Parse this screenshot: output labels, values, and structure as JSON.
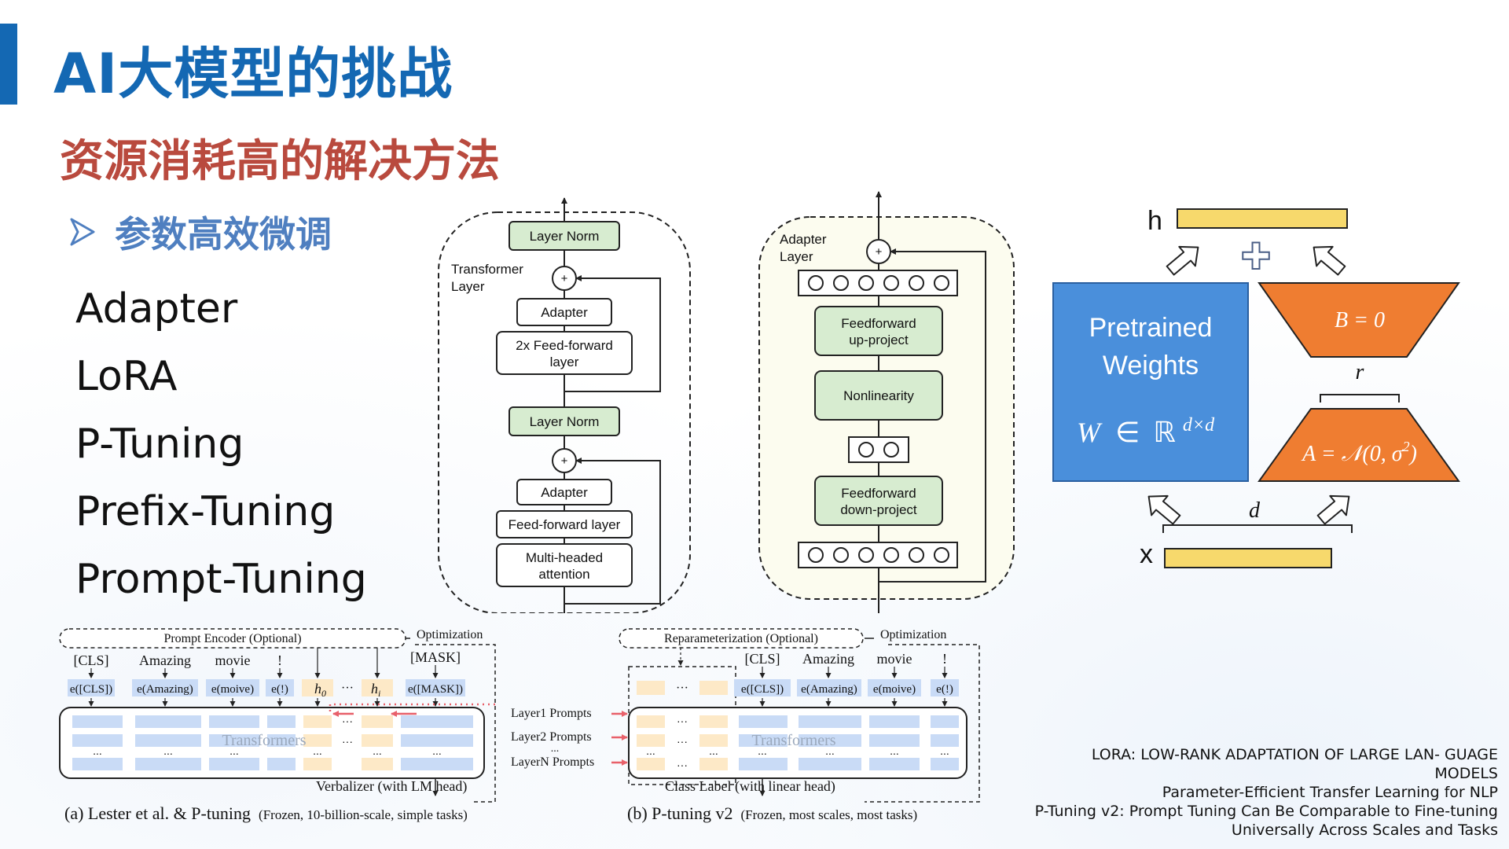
{
  "slide": {
    "title": "AI大模型的挑战",
    "subtitle": "资源消耗高的解决方法",
    "bullet": "参数高效微调",
    "methods": [
      "Adapter",
      "LoRA",
      "P-Tuning",
      "Prefix-Tuning",
      "Prompt-Tuning"
    ]
  },
  "adapter_diagram": {
    "transformer_layer_label": [
      "Transformer",
      "Layer"
    ],
    "boxes": {
      "layer_norm_top": "Layer Norm",
      "adapter_top": "Adapter",
      "ffn_2x": [
        "2x Feed-forward",
        "layer"
      ],
      "layer_norm_mid": "Layer Norm",
      "adapter_bottom": "Adapter",
      "ffn": "Feed-forward layer",
      "mha": [
        "Multi-headed",
        "attention"
      ]
    },
    "plus": "+",
    "adapter_layer_label": [
      "Adapter",
      "Layer"
    ],
    "detail": {
      "ff_up": [
        "Feedforward",
        "up-project"
      ],
      "nonlinearity": "Nonlinearity",
      "ff_down": [
        "Feedforward",
        "down-project"
      ]
    }
  },
  "lora_diagram": {
    "h_label": "h",
    "x_label": "x",
    "pretrained": [
      "Pretrained",
      "Weights"
    ],
    "w_formula_W": "W",
    "w_formula_in": "∈",
    "w_formula_R": "ℝ",
    "w_formula_sup": "d×d",
    "b_formula": "B = 0",
    "a_formula": "A = 𝒩(0, σ",
    "a_sup": "2",
    "a_close": ")",
    "r_label": "r",
    "d_label": "d",
    "plus": "✚",
    "colors": {
      "pretrained": "#4a8fdb",
      "lora": "#ef7d31",
      "bar": "#f7d96c"
    }
  },
  "ptuning_a": {
    "encoder": "Prompt Encoder (Optional)",
    "optimization": "Optimization",
    "tokens": [
      "[CLS]",
      "Amazing",
      "movie",
      "!",
      "[MASK]"
    ],
    "embeds": [
      "e([CLS])",
      "e(Amazing)",
      "e(moive)",
      "e(!)",
      "e([MASK])"
    ],
    "h0": "h",
    "h0_sub": "0",
    "hi": "h",
    "hi_sub": "i",
    "ellipsis": "···",
    "dots": "...",
    "transformers": "Transformers",
    "verbalizer": "Verbalizer (with LM head)",
    "caption_main": "(a) Lester et al. & P-tuning",
    "caption_note": "(Frozen, 10-billion-scale, simple tasks)"
  },
  "ptuning_mid": {
    "layers": [
      "Layer1 Prompts",
      "Layer2 Prompts",
      "LayerN Prompts"
    ],
    "dots": "..."
  },
  "ptuning_b": {
    "reparam": "Reparameterization (Optional)",
    "optimization": "Optimization",
    "tokens": [
      "[CLS]",
      "Amazing",
      "movie",
      "!"
    ],
    "embeds": [
      "e([CLS])",
      "e(Amazing)",
      "e(moive)",
      "e(!)"
    ],
    "ellipsis": "···",
    "dots": "...",
    "transformers": "Transformers",
    "class_label": "Class Label (with linear head)",
    "caption_main": "(b) P-tuning v2",
    "caption_note": "(Frozen, most scales, most tasks)"
  },
  "references": [
    "LORA: LOW-RANK ADAPTATION OF LARGE LAN- GUAGE",
    "MODELS",
    "Parameter-Efficient Transfer Learning for NLP",
    "P-Tuning v2: Prompt Tuning Can Be Comparable to Fine-tuning",
    "Universally Across Scales and Tasks"
  ]
}
